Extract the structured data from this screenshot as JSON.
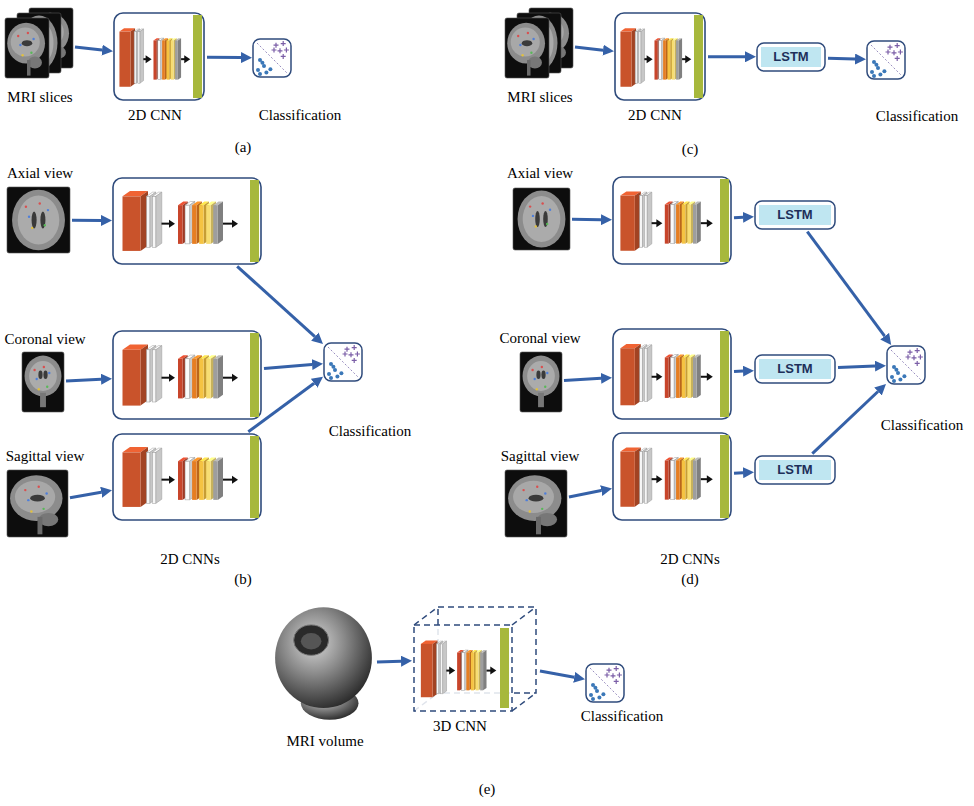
{
  "diagram": {
    "nodes": [
      {
        "text": [
          "MRI slices"
        ]
      },
      {
        "text": [
          "2D CNN"
        ]
      },
      {
        "text": [
          "Classification"
        ]
      },
      {
        "text": [
          "MRI slices"
        ]
      },
      {
        "text": [
          "2D CNN"
        ]
      },
      {
        "text": [
          "LSTM"
        ]
      },
      {
        "text": [
          "Classification"
        ]
      },
      {
        "text": [
          "Axial view"
        ]
      },
      {
        "text": []
      },
      {
        "text": [
          "Coronal view"
        ]
      },
      {
        "text": []
      },
      {
        "text": [
          "Classification"
        ]
      },
      {
        "text": [
          "Sagittal view"
        ]
      },
      {
        "text": [
          "2D CNNs"
        ]
      },
      {
        "text": [
          "Axial view"
        ]
      },
      {
        "text": []
      },
      {
        "text": [
          "LSTM"
        ]
      },
      {
        "text": [
          "Coronal view"
        ]
      },
      {
        "text": []
      },
      {
        "text": [
          "LSTM"
        ]
      },
      {
        "text": [
          "Classification"
        ]
      },
      {
        "text": [
          "Sagittal view"
        ]
      },
      {
        "text": [
          "2D CNNs"
        ]
      },
      {
        "text": [
          "LSTM"
        ]
      },
      {
        "text": [
          "MRI volume"
        ]
      },
      {
        "text": [
          "3D CNN"
        ]
      },
      {
        "text": [
          "Classification"
        ]
      }
    ],
    "edges": [
      {
        "from": 0,
        "to": 1,
        "arrow": "to"
      },
      {
        "from": 1,
        "to": 2,
        "arrow": "to"
      },
      {
        "from": 3,
        "to": 4,
        "arrow": "to"
      },
      {
        "from": 4,
        "to": 5,
        "arrow": "to"
      },
      {
        "from": 5,
        "to": 6,
        "arrow": "to"
      },
      {
        "from": 7,
        "to": 8,
        "arrow": "to"
      },
      {
        "from": 9,
        "to": 10,
        "arrow": "to"
      },
      {
        "from": 12,
        "to": 13,
        "arrow": "to"
      },
      {
        "from": 8,
        "to": 11,
        "arrow": "to"
      },
      {
        "from": 10,
        "to": 11,
        "arrow": "to"
      },
      {
        "from": 13,
        "to": 11,
        "arrow": "to"
      },
      {
        "from": 14,
        "to": 15,
        "arrow": "to"
      },
      {
        "from": 15,
        "to": 16,
        "arrow": "to"
      },
      {
        "from": 17,
        "to": 18,
        "arrow": "to"
      },
      {
        "from": 18,
        "to": 19,
        "arrow": "to"
      },
      {
        "from": 21,
        "to": 22,
        "arrow": "to"
      },
      {
        "from": 22,
        "to": 23,
        "arrow": "to"
      },
      {
        "from": 16,
        "to": 20,
        "arrow": "to"
      },
      {
        "from": 19,
        "to": 20,
        "arrow": "to"
      },
      {
        "from": 23,
        "to": 20,
        "arrow": "to"
      },
      {
        "from": 24,
        "to": 25,
        "arrow": "to"
      },
      {
        "from": 25,
        "to": 26,
        "arrow": "to"
      }
    ],
    "labels": [
      "(a)",
      "(c)",
      "(b)",
      "(d)",
      "(e)"
    ]
  }
}
